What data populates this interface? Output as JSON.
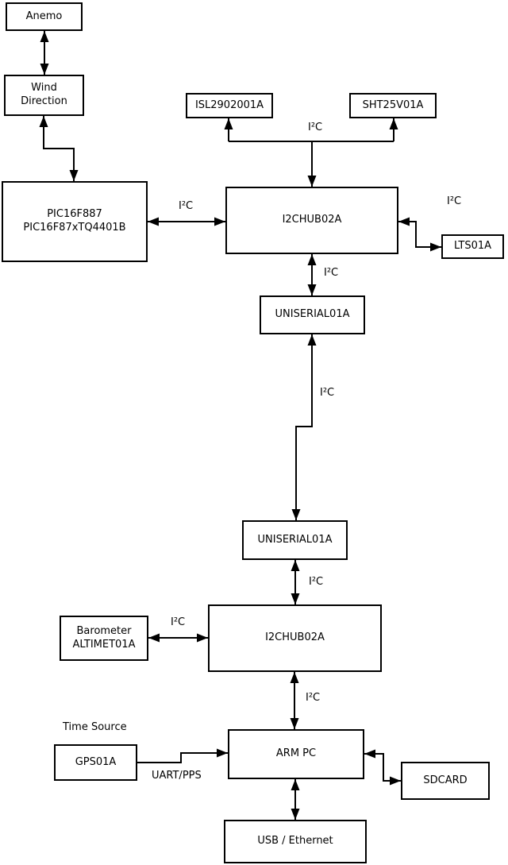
{
  "diagram": {
    "colors": {
      "line": "#000000",
      "background": "#ffffff",
      "box_fill": "#ffffff"
    },
    "nodes": {
      "anemo": {
        "label": "Anemo"
      },
      "wind_direction": {
        "label": "Wind\nDirection"
      },
      "pic": {
        "label": "PIC16F887\nPIC16F87xTQ4401B"
      },
      "isl": {
        "label": "ISL2902001A"
      },
      "sht": {
        "label": "SHT25V01A"
      },
      "i2chub_top": {
        "label": "I2CHUB02A"
      },
      "lts": {
        "label": "LTS01A"
      },
      "uniserial_top": {
        "label": "UNISERIAL01A"
      },
      "uniserial_bottom": {
        "label": "UNISERIAL01A"
      },
      "i2chub_bottom": {
        "label": "I2CHUB02A"
      },
      "barometer": {
        "label": "Barometer\nALTIMET01A"
      },
      "gps": {
        "label": "GPS01A"
      },
      "arm_pc": {
        "label": "ARM PC"
      },
      "sdcard": {
        "label": "SDCARD"
      },
      "usb_ethernet": {
        "label": "USB / Ethernet"
      }
    },
    "edge_labels": {
      "i2c_sensors_top": "I²C",
      "i2c_pic_hub": "I²C",
      "i2c_hub_lts": "I²C",
      "i2c_hub_uniserial": "I²C",
      "i2c_long_link": "I²C",
      "i2c_uniserial_hub": "I²C",
      "i2c_barometer_hub": "I²C",
      "i2c_hub_armpc": "I²C",
      "time_source": "Time Source",
      "uart_pps": "UART/PPS"
    }
  }
}
